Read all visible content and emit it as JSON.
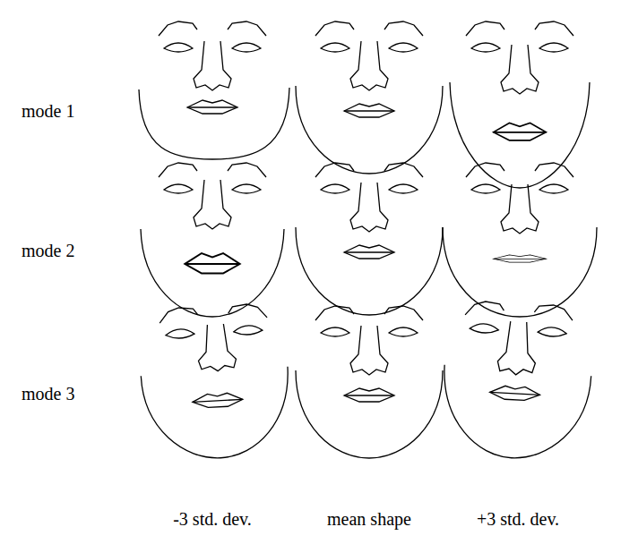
{
  "diagram": {
    "labels": [
      "mode 1",
      "mode 2",
      "mode 3",
      "-3 std. dev.",
      "mean shape",
      "+3 std. dev."
    ]
  }
}
